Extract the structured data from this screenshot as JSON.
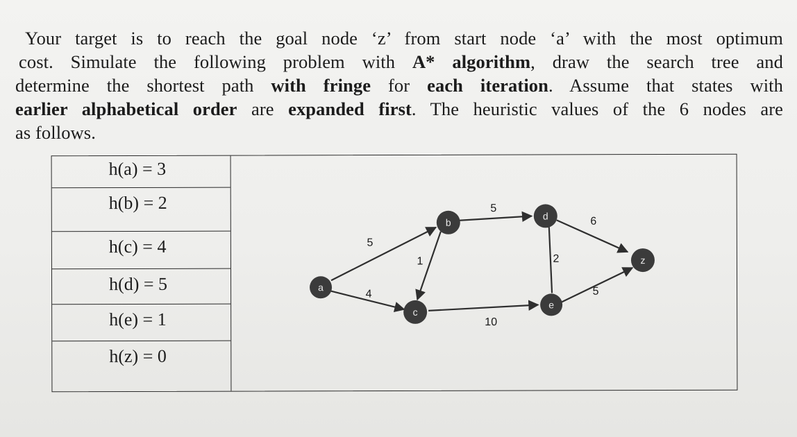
{
  "question": {
    "line1_a": "Your target is to reach the goal node ‘z’ from start node ‘a’ with the most optimum",
    "line2_a": "cost. Simulate the following problem with ",
    "line2_b": "A* algorithm",
    "line2_c": ", draw the search tree and",
    "line3_a": "determine the shortest path ",
    "line3_b": "with fringe",
    "line3_c": " for ",
    "line3_d": "each iteration",
    "line3_e": ". Assume that states with",
    "line4_a": "earlier alphabetical order",
    "line4_b": " are ",
    "line4_c": "expanded first",
    "line4_d": ". The heuristic values of the 6 nodes are",
    "line5_a": "as follows."
  },
  "heuristics": [
    "h(a) = 3",
    "h(b) = 2",
    "h(c) = 4",
    "h(d) = 5",
    "h(e) = 1",
    "h(z) = 0"
  ],
  "graph": {
    "nodes": {
      "a": "a",
      "b": "b",
      "c": "c",
      "d": "d",
      "e": "e",
      "z": "z"
    },
    "edges": {
      "a_b": "5",
      "a_c": "4",
      "b_c": "1",
      "b_d": "5",
      "c_e": "10",
      "d_e": "2",
      "d_z": "6",
      "e_z": "5"
    },
    "node_color": "#3b3b3b",
    "edge_color": "#2f2f2f"
  }
}
